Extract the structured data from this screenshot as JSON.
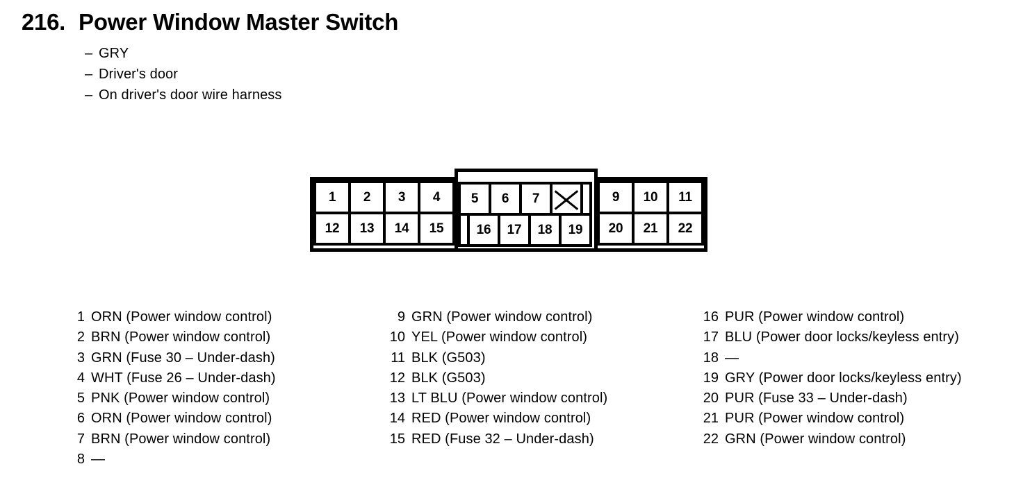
{
  "header": {
    "number": "216.",
    "title": "Power Window Master Switch",
    "bullet_dash": "–",
    "bullets": [
      "GRY",
      "Driver's door",
      "On driver's door wire harness"
    ]
  },
  "connector": {
    "left_block": {
      "top_row": [
        "1",
        "2",
        "3",
        "4"
      ],
      "bottom_row": [
        "12",
        "13",
        "14",
        "15"
      ]
    },
    "mid_block": {
      "top_row": [
        "5",
        "6",
        "7"
      ],
      "top_unused": "8",
      "bottom_row": [
        "16",
        "17",
        "18",
        "19"
      ]
    },
    "right_block": {
      "top_row": [
        "9",
        "10",
        "11"
      ],
      "bottom_row": [
        "20",
        "21",
        "22"
      ]
    }
  },
  "legend": {
    "unused_marker": "—",
    "column_1": [
      {
        "num": "1",
        "desc": "ORN (Power window control)"
      },
      {
        "num": "2",
        "desc": "BRN (Power window control)"
      },
      {
        "num": "3",
        "desc": "GRN (Fuse 30 – Under-dash)"
      },
      {
        "num": "4",
        "desc": "WHT (Fuse 26 – Under-dash)"
      },
      {
        "num": "5",
        "desc": "PNK (Power window control)"
      },
      {
        "num": "6",
        "desc": "ORN (Power window control)"
      },
      {
        "num": "7",
        "desc": "BRN (Power window control)"
      },
      {
        "num": "8",
        "desc": "—"
      }
    ],
    "column_2": [
      {
        "num": "9",
        "desc": "GRN (Power window control)"
      },
      {
        "num": "10",
        "desc": "YEL (Power window control)"
      },
      {
        "num": "11",
        "desc": "BLK (G503)"
      },
      {
        "num": "12",
        "desc": "BLK (G503)"
      },
      {
        "num": "13",
        "desc": "LT BLU (Power window control)"
      },
      {
        "num": "14",
        "desc": "RED (Power window control)"
      },
      {
        "num": "15",
        "desc": "RED (Fuse 32 – Under-dash)"
      }
    ],
    "column_3": [
      {
        "num": "16",
        "desc": "PUR (Power window control)"
      },
      {
        "num": "17",
        "desc": "BLU (Power door locks/keyless entry)"
      },
      {
        "num": "18",
        "desc": "—"
      },
      {
        "num": "19",
        "desc": "GRY (Power door locks/keyless entry)"
      },
      {
        "num": "20",
        "desc": "PUR (Fuse 33 – Under-dash)"
      },
      {
        "num": "21",
        "desc": "PUR (Power window control)"
      },
      {
        "num": "22",
        "desc": "GRN (Power window control)"
      }
    ]
  }
}
